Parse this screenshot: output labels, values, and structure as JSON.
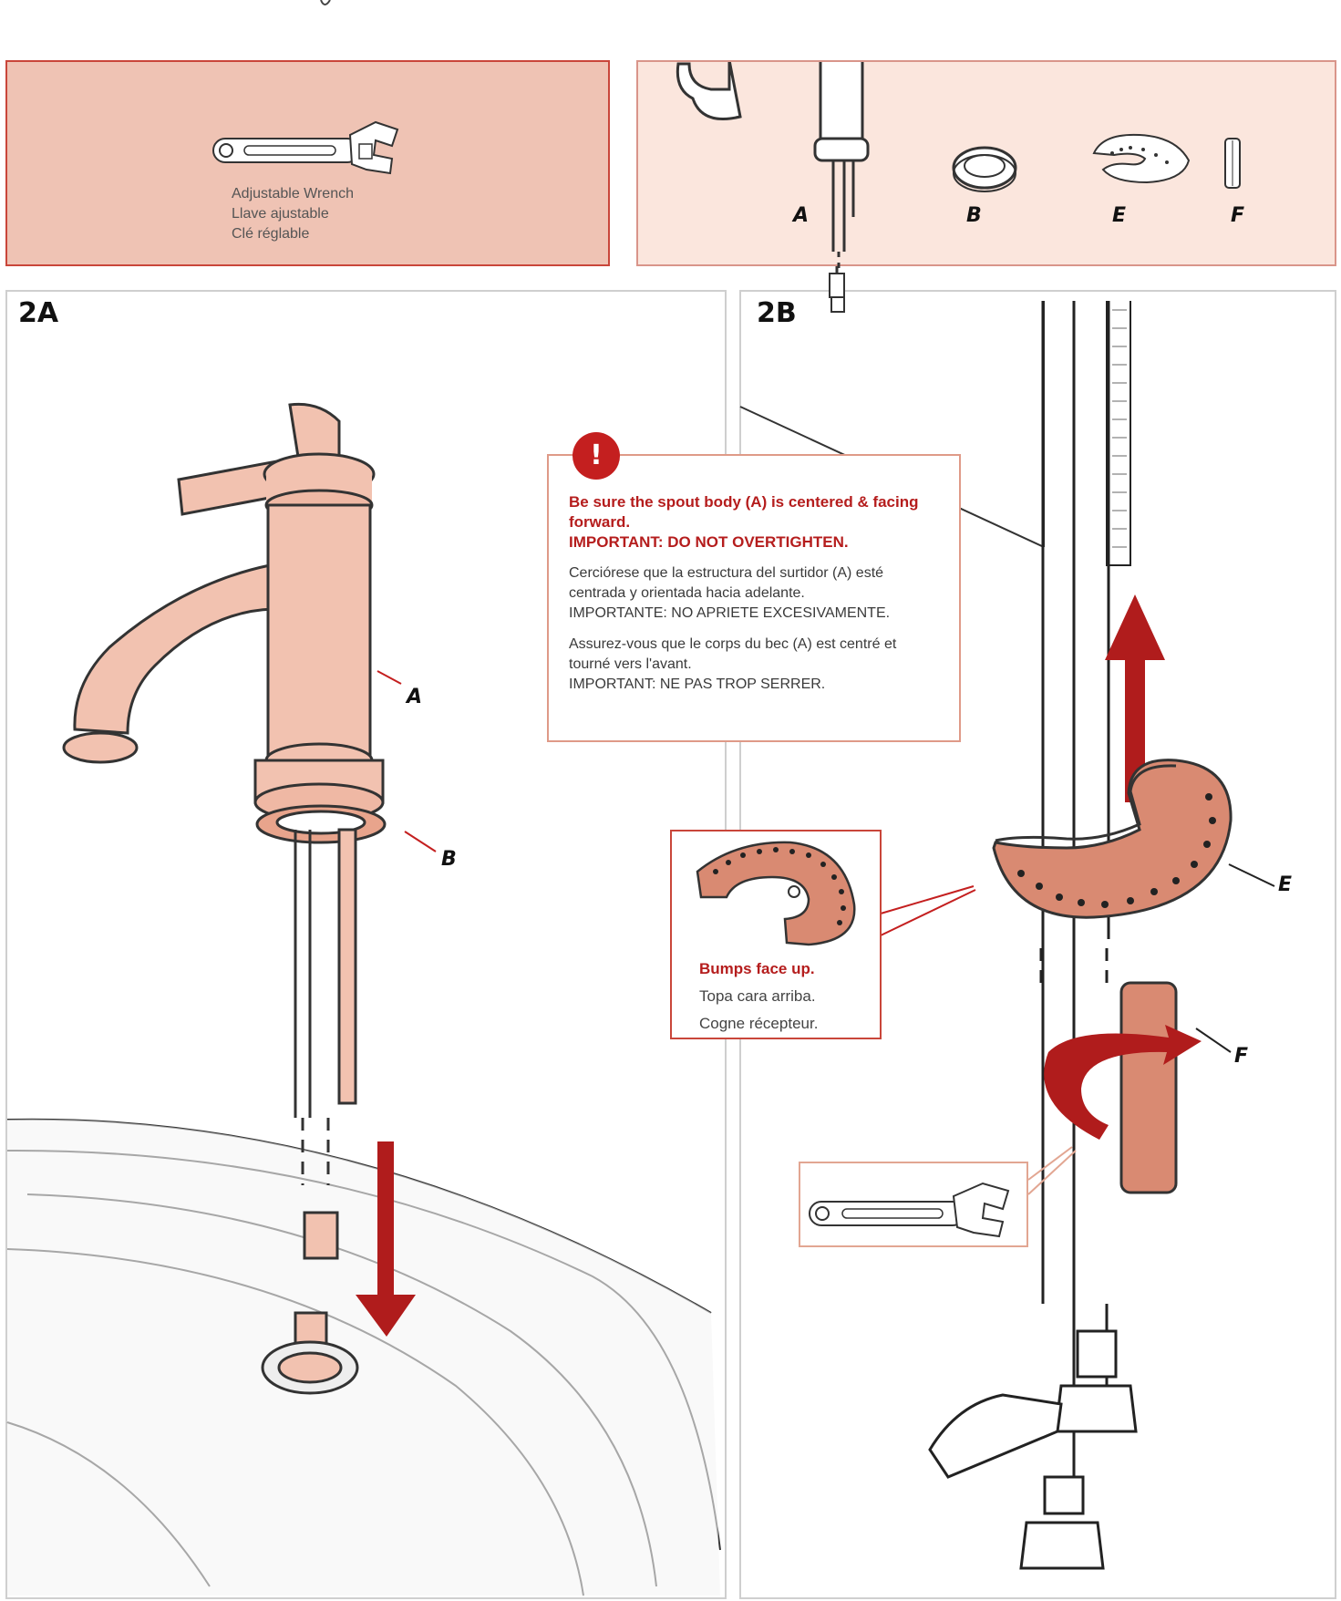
{
  "tools": {
    "name_en": "Adjustable Wrench",
    "name_es": "Llave ajustable",
    "name_fr": "Clé réglable"
  },
  "parts": {
    "a": "A",
    "b": "B",
    "e": "E",
    "f": "F"
  },
  "step_2a": {
    "label": "2A",
    "callout_a": "A",
    "callout_b": "B"
  },
  "step_2b": {
    "label": "2B",
    "callout_e": "E",
    "callout_f": "F"
  },
  "warning": {
    "icon": "exclamation-icon",
    "en_line1": "Be sure the spout body (A) is centered & facing forward.",
    "en_line2": "IMPORTANT: DO NOT OVERTIGHTEN.",
    "es": "Cerciórese que la estructura del surtidor (A) esté centrada y orientada hacia adelante.",
    "es_important": "IMPORTANTE: NO APRIETE EXCESIVAMENTE.",
    "fr": "Assurez-vous que le corps du bec (A) est centré et tourné vers l'avant.",
    "fr_important": "IMPORTANT: NE PAS TROP SERRER."
  },
  "bumps": {
    "en": "Bumps face up.",
    "es": "Topa cara arriba.",
    "fr": "Cogne récepteur."
  },
  "colors": {
    "accent_red": "#c41f1f",
    "rose": "#efc3b4",
    "part_fill": "#f2c2b0",
    "part_dark": "#d98a72"
  }
}
